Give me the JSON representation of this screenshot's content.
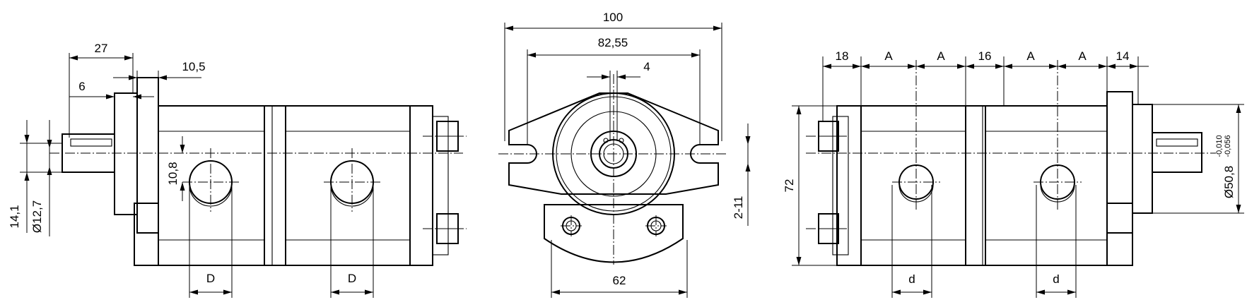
{
  "side_view_left": {
    "dim_27": "27",
    "dim_10_5": "10,5",
    "dim_6": "6",
    "dim_10_8": "10,8",
    "dim_14_1": "14,1",
    "dim_shaft_dia": "Ø12,7",
    "dim_port_left": "D",
    "dim_port_right": "D"
  },
  "front_view": {
    "dim_100": "100",
    "dim_82_55": "82,55",
    "dim_4": "4",
    "dim_2_11": "2-11",
    "dim_62": "62"
  },
  "side_view_right": {
    "dim_18": "18",
    "dim_a1": "A",
    "dim_a2": "A",
    "dim_16": "16",
    "dim_a3": "A",
    "dim_a4": "A",
    "dim_14": "14",
    "dim_72": "72",
    "dim_pilot_dia": "Ø50,8",
    "tol_upper": "-0,010",
    "tol_lower": "-0,056",
    "dim_port_left": "d",
    "dim_port_right": "d"
  }
}
